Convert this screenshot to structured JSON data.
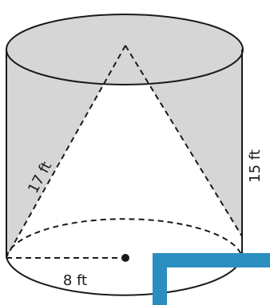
{
  "labels": {
    "slant_height": "17 ft",
    "height": "15 ft",
    "radius": "8 ft"
  },
  "colors": {
    "shaded_region": "#d6d6d6",
    "outline": "#1a1a1a",
    "corner_mark": "#2a8fc0"
  }
}
